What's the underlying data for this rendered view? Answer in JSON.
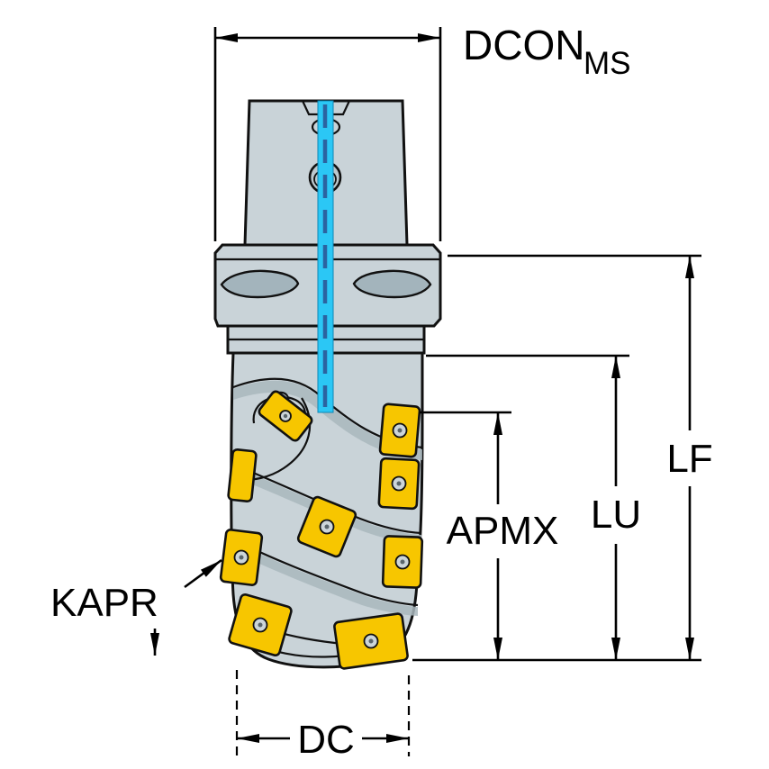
{
  "figure": {
    "type": "technical-dimension-drawing",
    "subject": "indexable-helical-end-mill-with-coolant-channel",
    "background": "#ffffff"
  },
  "labels": {
    "dcon": "DCON",
    "dcon_sub": "MS",
    "lf": "LF",
    "lu": "LU",
    "apmx": "APMX",
    "kapr": "KAPR",
    "dc": "DC"
  },
  "colors": {
    "outline": "#111111",
    "tool_body": "#c9d3d8",
    "shading": "#a9b7bd",
    "grip_slot": "#a3b4bc",
    "insert_yellow": "#f7c600",
    "screw": "#ccd5d9",
    "coolant_cyan": "#2bc7f5",
    "centerline_blue": "#2b63a0",
    "dimension_lines": "#000000",
    "label_text": "#000000"
  }
}
